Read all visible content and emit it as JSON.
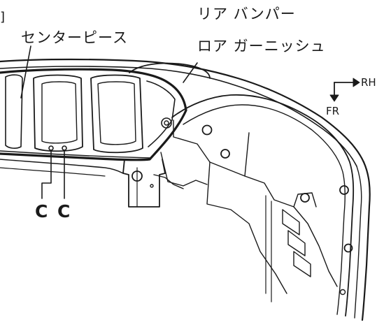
{
  "labels": {
    "bracket": "]",
    "center_piece": "センターピース",
    "rear_bumper_line1": "リア バンパー",
    "rear_bumper_line2": "ロア ガーニッシュ",
    "dir_rh": "RH",
    "dir_fr": "FR",
    "clip_left": "C",
    "clip_right": "C"
  },
  "colors": {
    "line": "#1a1a1a",
    "background": "#ffffff"
  }
}
